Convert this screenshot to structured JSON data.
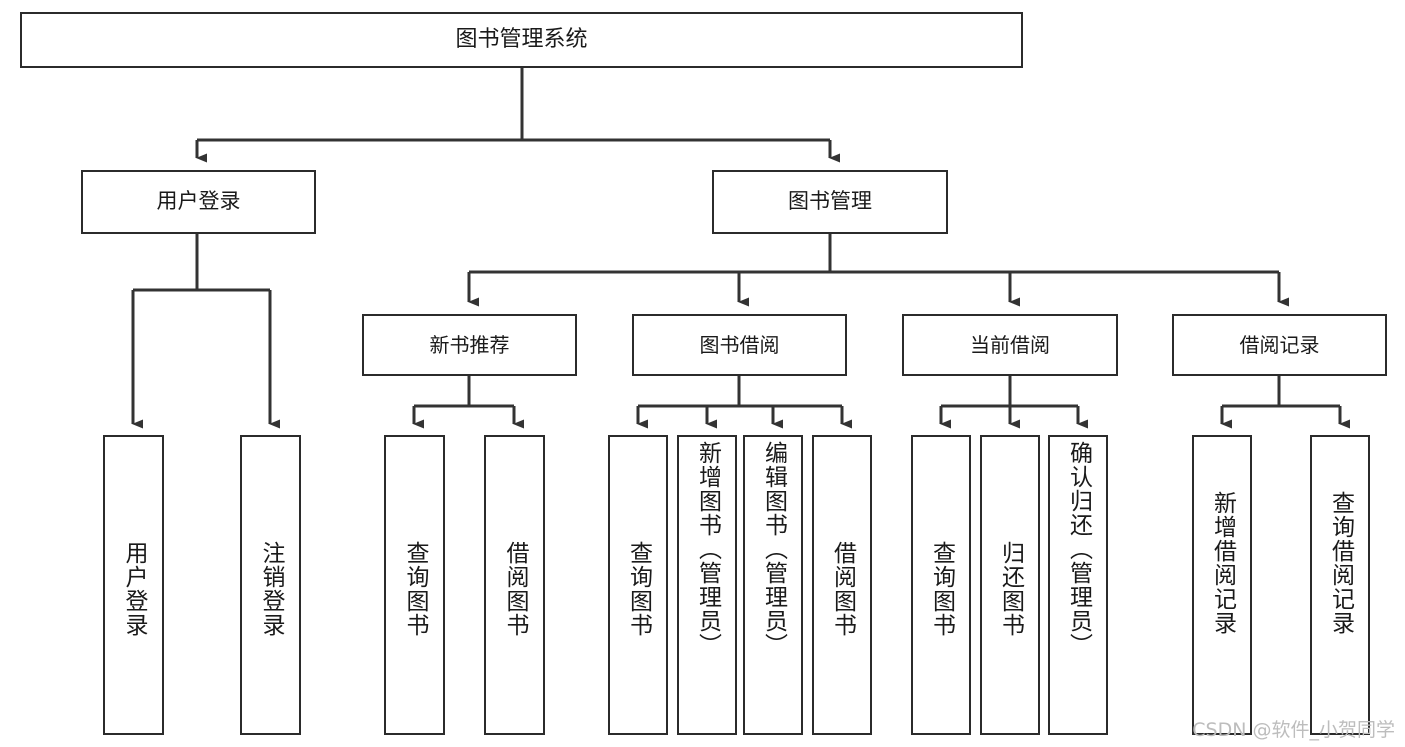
{
  "diagram": {
    "title": "图书管理系统",
    "type": "hierarchy-tree",
    "watermark": "CSDN @软件_小贺同学",
    "colors": {
      "box_border": "#2b2b2b",
      "box_fill": "#ffffff",
      "connector": "#333333",
      "text": "#1a1a1a",
      "watermark": "#bdbdbd",
      "background": "#ffffff"
    },
    "nodes": {
      "root": {
        "label": "图书管理系统"
      },
      "level2": [
        {
          "id": "user-login",
          "label": "用户登录"
        },
        {
          "id": "book-manage",
          "label": "图书管理"
        }
      ],
      "level3": [
        {
          "id": "new-book-rec",
          "label": "新书推荐"
        },
        {
          "id": "book-borrow",
          "label": "图书借阅"
        },
        {
          "id": "current-borrow",
          "label": "当前借阅"
        },
        {
          "id": "borrow-record",
          "label": "借阅记录"
        }
      ],
      "leaves": {
        "user-login": [
          {
            "id": "leaf-user-login",
            "label": "用户登录"
          },
          {
            "id": "leaf-logout",
            "label": "注销登录"
          }
        ],
        "new-book-rec": [
          {
            "id": "leaf-query-book-1",
            "label": "查询图书"
          },
          {
            "id": "leaf-borrow-book-1",
            "label": "借阅图书"
          }
        ],
        "book-borrow": [
          {
            "id": "leaf-query-book-2",
            "label": "查询图书"
          },
          {
            "id": "leaf-add-book",
            "label": "新增图书（管理员）"
          },
          {
            "id": "leaf-edit-book",
            "label": "编辑图书（管理员）"
          },
          {
            "id": "leaf-borrow-book-2",
            "label": "借阅图书"
          }
        ],
        "current-borrow": [
          {
            "id": "leaf-query-book-3",
            "label": "查询图书"
          },
          {
            "id": "leaf-return-book",
            "label": "归还图书"
          },
          {
            "id": "leaf-confirm-return",
            "label": "确认归还（管理员）"
          }
        ],
        "borrow-record": [
          {
            "id": "leaf-add-record",
            "label": "新增借阅记录"
          },
          {
            "id": "leaf-query-record",
            "label": "查询借阅记录"
          }
        ]
      }
    }
  }
}
